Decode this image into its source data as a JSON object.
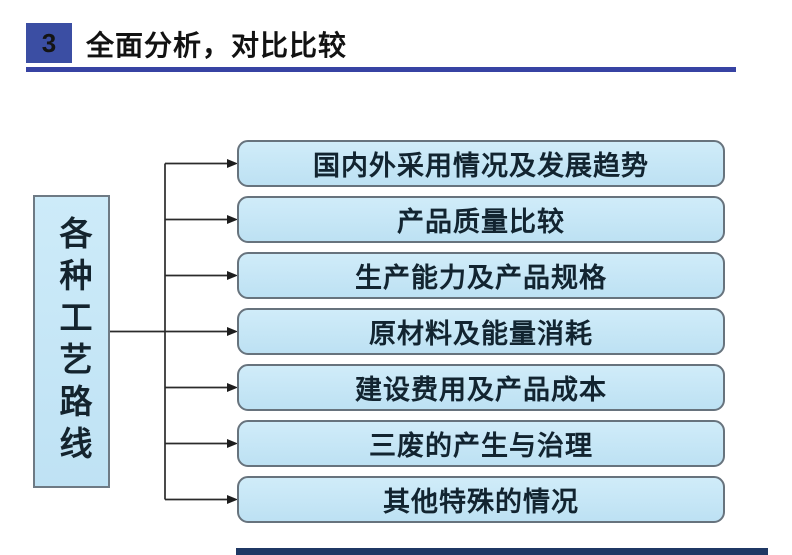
{
  "header": {
    "number": "3",
    "title": "全面分析，对比比较"
  },
  "diagram": {
    "root_label": "各种工艺路线",
    "branches": [
      "国内外采用情况及发展趋势",
      "产品质量比较",
      "生产能力及产品规格",
      "原材料及能量消耗",
      "建设费用及产品成本",
      "三废的产生与治理",
      "其他特殊的情况"
    ]
  },
  "colors": {
    "header_badge": "#3b4ea3",
    "header_rule": "#3743a3",
    "box_fill": "#c6e7f6",
    "box_border": "#67737d",
    "connector": "#2b2b2b",
    "bottom_bar": "#1f3864"
  }
}
